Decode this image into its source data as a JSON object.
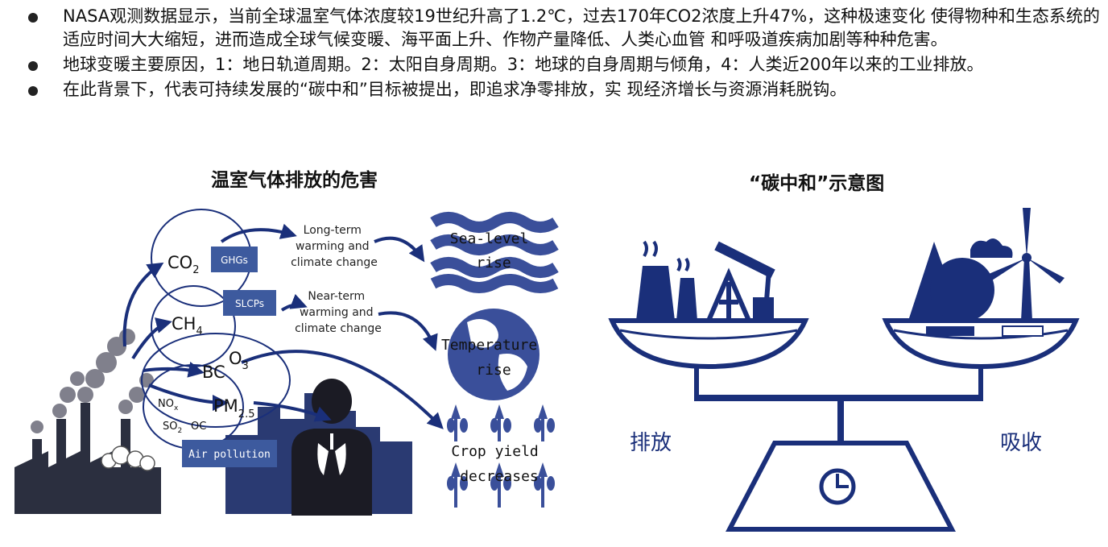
{
  "bullets": [
    "NASA观测数据显示，当前全球温室气体浓度较19世纪升高了1.2℃，过去170年CO2浓度上升47%，这种极速变化 使得物种和生态系统的适应时间大大缩短，进而造成全球气候变暖、海平面上升、作物产量降低、人类心血管 和呼吸道疾病加剧等种种危害。",
    "地球变暖主要原因，1：地日轨道周期。2：太阳自身周期。3：地球的自身周期与倾角，4：人类近200年以来的工业排放。",
    "在此背景下，代表可持续发展的“碳中和”目标被提出，即追求净零排放，实 现经济增长与资源消耗脱钩。"
  ],
  "left_figure": {
    "title": "温室气体排放的危害",
    "co2": "CO",
    "co2_sub": "2",
    "ch4": "CH",
    "ch4_sub": "4",
    "bc": "BC",
    "o3": "O",
    "o3_sub": "3",
    "pm": "PM",
    "pm_sub": "2.5",
    "nox": "NO",
    "nox_sub": "x",
    "so2": "SO",
    "so2_sub": "2",
    "oc": "OC",
    "ghgs": "GHGs",
    "slcps": "SLCPs",
    "air_pollution": "Air pollution",
    "long_term": [
      "Long-term",
      "warming and",
      "climate change"
    ],
    "near_term": [
      "Near-term",
      "warming and",
      "climate change"
    ],
    "sea_level": [
      "Sea-level",
      "rise"
    ],
    "temperature": [
      "Temperature",
      "rise"
    ],
    "crop": [
      "Crop yield",
      "decreases"
    ]
  },
  "right_figure": {
    "title": "“碳中和”示意图",
    "left_pan": "排放",
    "right_pan": "吸收"
  },
  "colors": {
    "navy": "#1a2f7a",
    "mid": "#3d5a9e",
    "dark": "#2b2f3f"
  }
}
